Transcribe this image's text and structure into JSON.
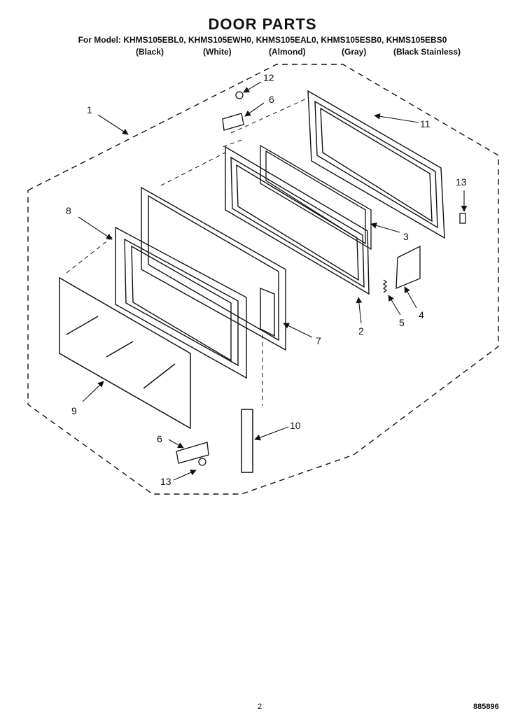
{
  "title": "DOOR PARTS",
  "models_line": "For Model: KHMS105EBL0, KHMS105EWH0, KHMS105EAL0, KHMS105ESB0, KHMS105EBS0",
  "color_labels": [
    "(Black)",
    "(White)",
    "(Almond)",
    "(Gray)",
    "(Black Stainless)"
  ],
  "callouts": [
    "1",
    "2",
    "3",
    "4",
    "5",
    "6",
    "6",
    "7",
    "8",
    "9",
    "10",
    "11",
    "12",
    "13",
    "13"
  ],
  "page_number": "2",
  "doc_code": "885896"
}
